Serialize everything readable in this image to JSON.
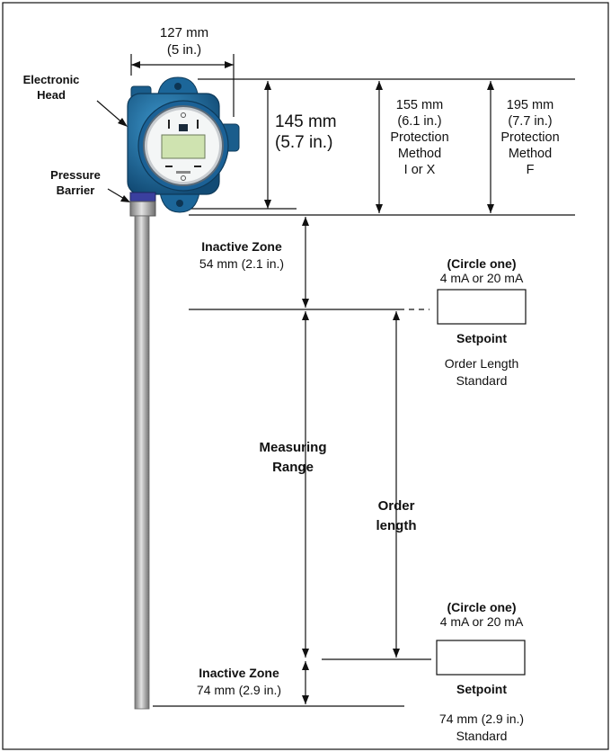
{
  "dimensions": {
    "width_mm": "127 mm",
    "width_in": "(5 in.)",
    "head_mm": "145 mm",
    "head_in": "(5.7 in.)",
    "prot_ix": [
      "155 mm",
      "(6.1 in.)",
      "Protection",
      "Method",
      "I or X"
    ],
    "prot_f": [
      "195 mm",
      "(7.7 in.)",
      "Protection",
      "Method",
      "F"
    ]
  },
  "labels": {
    "electronic_head": [
      "Electronic",
      "Head"
    ],
    "pressure_barrier": [
      "Pressure",
      "Barrier"
    ],
    "inactive_top_title": "Inactive Zone",
    "inactive_top_value": "54 mm (2.1 in.)",
    "inactive_bottom_title": "Inactive Zone",
    "inactive_bottom_value": "74 mm (2.9 in.)",
    "measuring_range": [
      "Measuring",
      "Range"
    ],
    "order_length": [
      "Order",
      "length"
    ]
  },
  "setpoint_top": {
    "circle_one": "(Circle one)",
    "options": "4 mA or 20 mA",
    "label": "Setpoint",
    "note": [
      "Order Length",
      "Standard"
    ]
  },
  "setpoint_bottom": {
    "circle_one": "(Circle one)",
    "options": "4 mA or 20 mA",
    "label": "Setpoint",
    "note": [
      "74 mm (2.9 in.)",
      "Standard"
    ]
  },
  "colors": {
    "housing_blue": "#1f6fa6",
    "housing_dark": "#124b75",
    "display_green": "#cfe3b0",
    "barrier_blue": "#3a3f9e",
    "probe_gray": "#a9a9a9"
  }
}
